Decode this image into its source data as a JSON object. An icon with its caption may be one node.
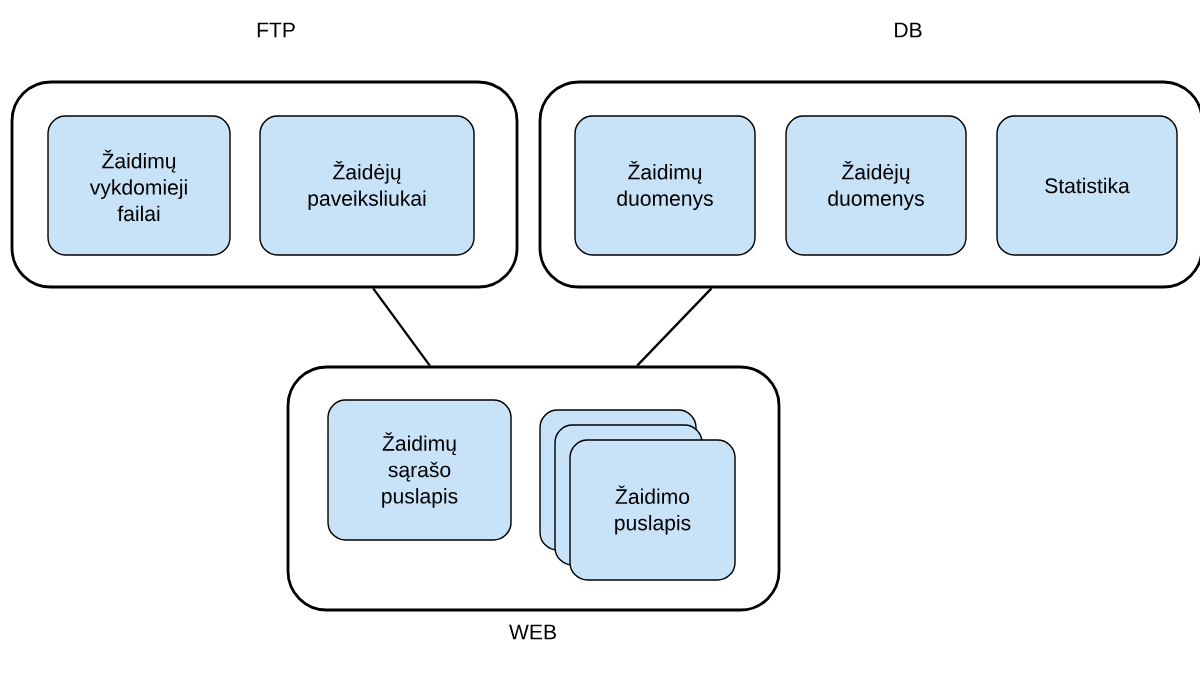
{
  "diagram": {
    "nodes": [
      {
        "text": [
          "FTP"
        ]
      },
      {
        "text": [
          "Žaidimų vykdomieji failai"
        ],
        "in": 0
      },
      {
        "text": [
          "Žaidėjų paveiksliukai"
        ],
        "in": 0
      },
      {
        "text": [
          "DB"
        ]
      },
      {
        "text": [
          "Žaidimų duomenys"
        ],
        "in": 3
      },
      {
        "text": [
          "Žaidėjų duomenys"
        ],
        "in": 3
      },
      {
        "text": [
          "Statistika"
        ],
        "in": 3
      },
      {
        "text": [
          "WEB"
        ]
      },
      {
        "text": [
          "Žaidimų sąrašo puslapis"
        ],
        "in": 7
      },
      {
        "text": [
          "Žaidimo puslapis"
        ],
        "in": 7
      }
    ],
    "edges": [
      {
        "from": 0,
        "to": 7,
        "arrow": "none"
      },
      {
        "from": 3,
        "to": 7,
        "arrow": "none"
      }
    ]
  }
}
